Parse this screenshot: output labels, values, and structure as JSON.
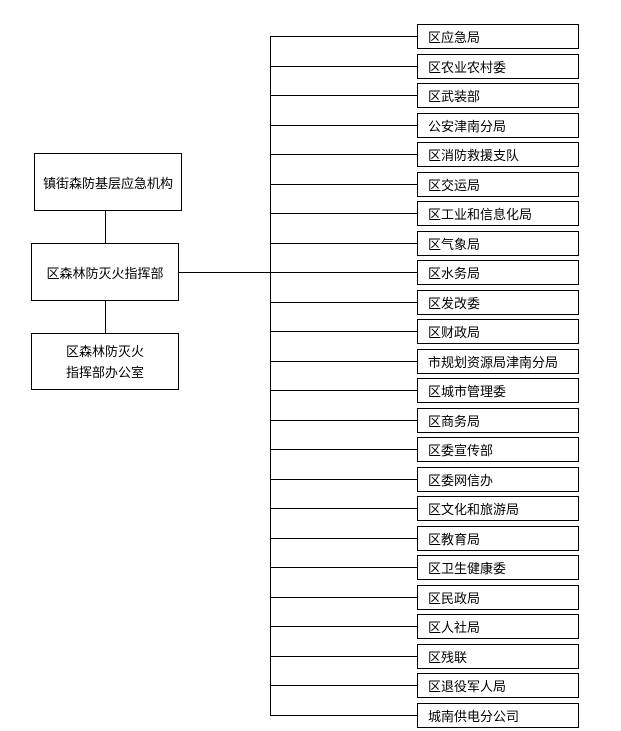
{
  "diagram": {
    "title": "",
    "left_nodes": [
      {
        "label": "镇街森防基层应急机构"
      },
      {
        "label": "区森林防灭火指挥部"
      },
      {
        "line1": "区森林防灭火",
        "line2": "指挥部办公室"
      }
    ],
    "right_nodes": [
      "区应急局",
      "区农业农村委",
      "区武装部",
      "公安津南分局",
      "区消防救援支队",
      "区交运局",
      "区工业和信息化局",
      "区气象局",
      "区水务局",
      "区发改委",
      "区财政局",
      "市规划资源局津南分局",
      "区城市管理委",
      "区商务局",
      "区委宣传部",
      "区委网信办",
      "区文化和旅游局",
      "区教育局",
      "区卫生健康委",
      "区民政局",
      "区人社局",
      "区残联",
      "区退役军人局",
      "城南供电分公司"
    ],
    "colors": {
      "line": "#000000",
      "background": "#ffffff",
      "text": "#000000"
    }
  }
}
